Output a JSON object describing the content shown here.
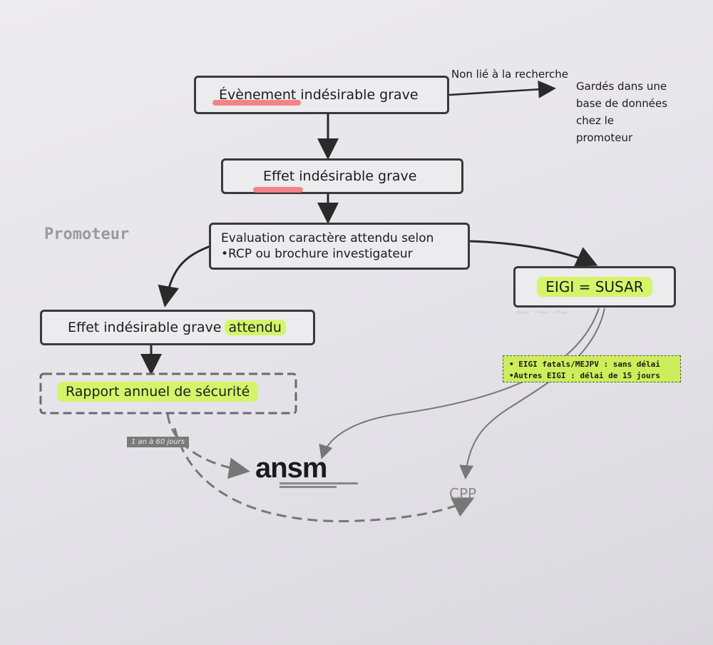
{
  "nodes": {
    "eig": "Évènement indésirable grave",
    "effet_ig": "Effet indésirable grave",
    "evaluation_line1": "Evaluation caractère attendu selon",
    "evaluation_line2": "•RCP ou brochure investigateur",
    "eigi_susar": "EIGI = SUSAR",
    "effet_attendu_prefix": "Effet indésirable grave",
    "effet_attendu_highlight": "attendu",
    "rapport": "Rapport annuel de sécurité"
  },
  "edge_labels": {
    "non_lie": "Non lié à la recherche",
    "garde_line1": "Gardés dans une",
    "garde_line2": "base de données",
    "garde_line3": "chez le",
    "garde_line4": "promoteur"
  },
  "side_label": "Promoteur",
  "delays": {
    "line1": "• EIGI fatals/MEJPV : sans délai",
    "line2": "•Autres EIGI : délai de 15 jours",
    "annual": "1 an à 60 jours"
  },
  "targets": {
    "ansm": "ansm",
    "cpp": "CPP"
  },
  "colors": {
    "highlight": "#d4f56a",
    "red_underline": "#f5787a",
    "border": "#3a3a3a"
  }
}
